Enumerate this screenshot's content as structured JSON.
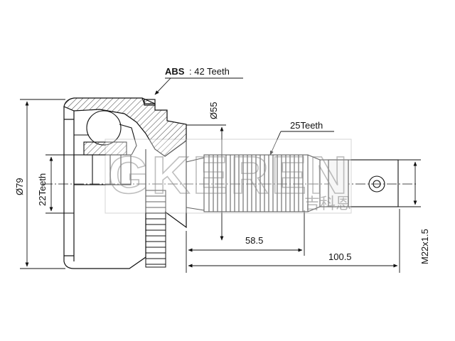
{
  "labels": {
    "abs": "ABS",
    "abs_teeth": ": 42 Teeth",
    "outer_diameter": "Ø79",
    "inner_teeth": "22Teeth",
    "shaft_diameter": "Ø55",
    "spline_teeth": "25Teeth",
    "length_inner": "58.5",
    "length_total": "100.5",
    "thread": "M22x1.5"
  },
  "watermark": {
    "brand": "GKEREN",
    "chinese": "吉科恩"
  },
  "colors": {
    "line": "#111111",
    "watermark": "#8a8a8a",
    "background": "#ffffff"
  }
}
